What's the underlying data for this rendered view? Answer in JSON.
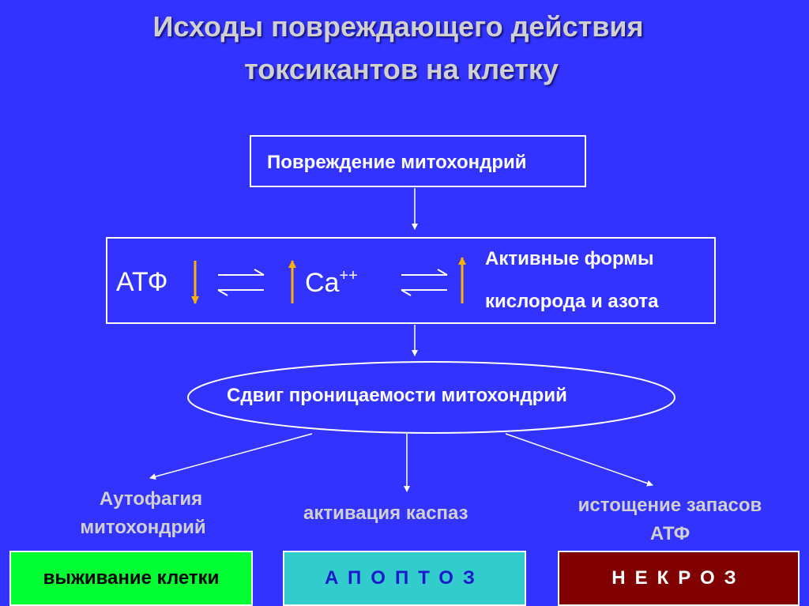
{
  "title": {
    "line1": "Исходы повреждающего действия",
    "line2": "токсикантов на клетку"
  },
  "nodes": {
    "mito_damage": "Повреждение митохондрий",
    "atp": "АТФ",
    "ca": "Ca",
    "ca_charge": "++",
    "reactive_line1": "Активные формы",
    "reactive_line2": "кислорода и азота",
    "permeability_shift": "Сдвиг проницаемости митохондрий"
  },
  "branches": {
    "autophagy_line1": "Аутофагия",
    "autophagy_line2": "митохондрий",
    "caspase": "активация каспаз",
    "atp_depletion_line1": "истощение запасов",
    "atp_depletion_line2": "АТФ"
  },
  "outcomes": {
    "survival": "выживание клетки",
    "apoptosis": "АПОПТОЗ",
    "necrosis": "НЕКРОЗ"
  },
  "colors": {
    "background": "#3333ff",
    "survival_fill": "#00ff33",
    "apoptosis_fill": "#33cccc",
    "necrosis_fill": "#800000",
    "level_arrows": "#ffb000"
  }
}
